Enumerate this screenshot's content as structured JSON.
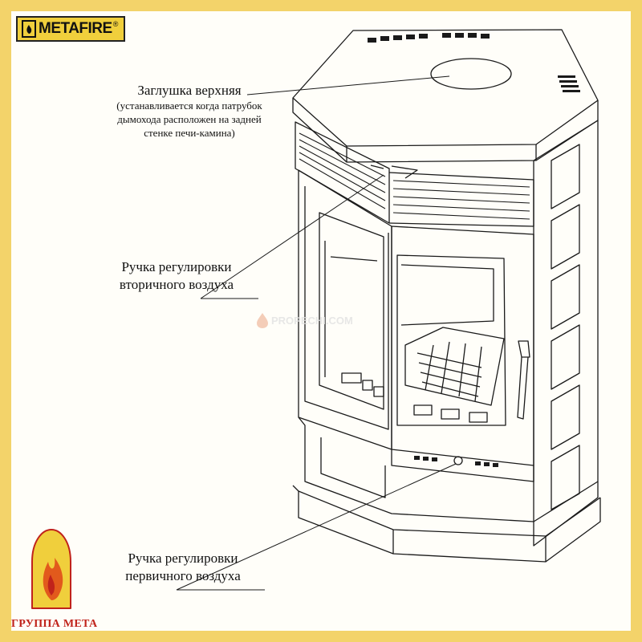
{
  "brand": {
    "logo_text": "METAFIRE",
    "logo_reg": "®",
    "bottom_text": "ГРУППА МЕТА"
  },
  "labels": {
    "top_plug": {
      "title": "Заглушка верхняя",
      "note_line1": "(устанавливается когда патрубок",
      "note_line2": "дымохода расположен на задней",
      "note_line3": "стенке печи-камина)"
    },
    "secondary_air": {
      "line1": "Ручка регулировки",
      "line2": "вторичного воздуха"
    },
    "primary_air": {
      "line1": "Ручка регулировки",
      "line2": "первичного воздуха"
    }
  },
  "watermark": {
    "text": "PROPECHI.COM"
  },
  "colors": {
    "frame": "#f3d36a",
    "logo_bg": "#f0cf3c",
    "brand_red": "#c0231b",
    "line": "#1a1a1a"
  }
}
